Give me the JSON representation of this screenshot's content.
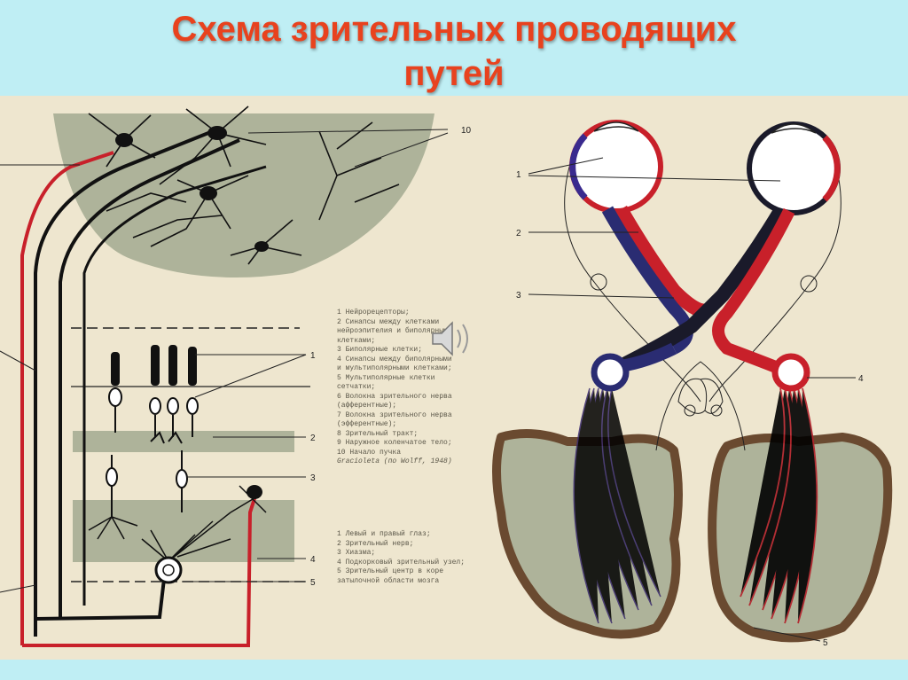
{
  "title": {
    "line1": "Схема зрительных проводящих",
    "line2": "путей"
  },
  "legend_cells": [
    "1  Нейрорецепторы;",
    "2  Синапсы между клетками",
    "    нейроэпителия и биполярными",
    "    клетками;",
    "3  Биполярные клетки;",
    "4  Синапсы между биполярными",
    "    и мультиполярными клетками;",
    "5  Мультиполярные клетки",
    "    сетчатки;",
    "6  Волокна зрительного нерва",
    "    (афферентные);",
    "7  Волокна зрительного нерва",
    "    (эфферентные);",
    "8  Зрительный тракт;",
    "9  Наружное коленчатое тело;",
    "10  Начало пучка",
    "Gracioleta (по Wolff, 1948)"
  ],
  "legend_pathway": [
    "1  Левый и правый глаз;",
    "2  Зрительный нерв;",
    "3  Хиазма;",
    "4  Подкорковый зрительный узел;",
    "5  Зрительный центр в коре",
    "    затылочной области мозга"
  ],
  "left_numbers": [
    "10",
    "1",
    "2",
    "3",
    "4",
    "5"
  ],
  "right_numbers": [
    "1",
    "2",
    "3",
    "4",
    "5"
  ],
  "colors": {
    "title": "#e8421e",
    "background": "#bfeef4",
    "poster": "#eee6cf",
    "gray_band": "#aeb39a",
    "red_pathway": "#c8202a",
    "blue_pathway": "#2a2c72"
  },
  "icons": [
    "speaker-icon"
  ]
}
